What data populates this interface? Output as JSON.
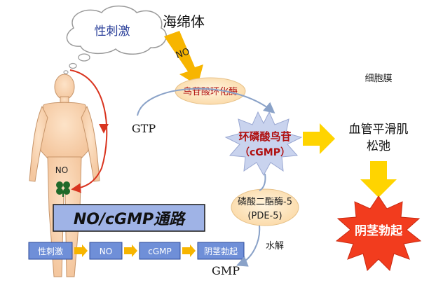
{
  "thought": {
    "label": "性刺激"
  },
  "body_label": "NO",
  "pathway": {
    "title": "NO/cGMP通路",
    "steps": [
      "性刺激",
      "NO",
      "cGMP",
      "阴茎勃起"
    ]
  },
  "right": {
    "top_label": "海绵体",
    "no_arrow_label": "NO",
    "enzyme1": "鸟苷酸环化酶",
    "gtp": "GTP",
    "cgmp_line1": "环磷酸鸟苷",
    "cgmp_line2": "（cGMP）",
    "membrane": "细胞膜",
    "effect_line1": "血管平滑肌",
    "effect_line2": "松弛",
    "pde_line1": "磷酸二酯酶-5",
    "pde_line2": "(PDE-5)",
    "hydrolysis": "水解",
    "gmp": "GMP",
    "result": "阴茎勃起"
  },
  "colors": {
    "orange_arrow": "#f7b500",
    "yellow_arrow": "#ffd400",
    "red_star": "#f23c1e",
    "blue_box": "#9fb3e6",
    "step_box": "#6f8fd8",
    "dark_red_text": "#b01010",
    "curve_blue": "#8aa2c8",
    "red_curve": "#d9341f"
  },
  "icons": [
    "thought-cloud-icon",
    "human-figure-icon",
    "clover-icon",
    "starburst-icon"
  ]
}
